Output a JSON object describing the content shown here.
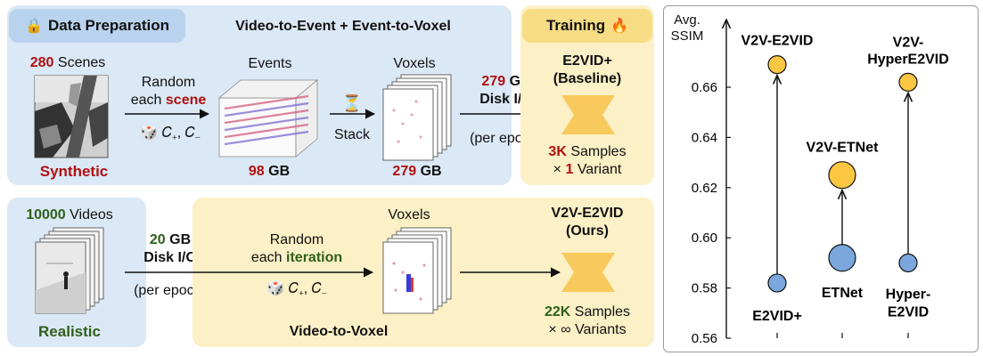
{
  "top": {
    "data_prep_label": "Data Preparation",
    "pipeline_title": "Video-to-Event + Event-to-Voxel",
    "scenes_count": "280",
    "scenes_word": "Scenes",
    "synthetic_label": "Synthetic",
    "random_line1": "Random",
    "random_line2_prefix": "each",
    "random_line2_em": "scene",
    "contrast_label": "𝐶₊, 𝐶₋",
    "events_label": "Events",
    "events_size_num": "98",
    "events_size_unit": "GB",
    "stack_label": "Stack",
    "voxels_label": "Voxels",
    "voxels_size_num": "279",
    "voxels_size_unit": "GB",
    "disk_num": "279",
    "disk_unit": "GB",
    "disk_io": "Disk I/O",
    "per_epoch": "(per epoch)"
  },
  "training": {
    "header": "Training",
    "model_name": "E2VID+",
    "model_tag": "(Baseline)",
    "samples_num": "3K",
    "samples_word": "Samples",
    "variant_prefix": "×",
    "variant_num": "1",
    "variant_word": "Variant"
  },
  "bottom": {
    "videos_count": "10000",
    "videos_word": "Videos",
    "realistic_label": "Realistic",
    "disk_num": "20",
    "disk_unit": "GB",
    "disk_io": "Disk I/O",
    "per_epoch": "(per epoch)",
    "random_line1": "Random",
    "random_line2_prefix": "each",
    "random_line2_em": "iteration",
    "contrast_label": "𝐶₊, 𝐶₋",
    "voxels_label": "Voxels",
    "pipeline_label": "Video-to-Voxel",
    "model_name": "V2V-E2VID",
    "model_tag": "(Ours)",
    "samples_num": "22K",
    "samples_word": "Samples",
    "variant_prefix": "× ∞",
    "variant_word": "Variants"
  },
  "colors": {
    "blue_panel": "#dbe8f5",
    "yellow_panel": "#fbf0c6",
    "model_block": "#f8c95c",
    "red_text": "#b01010",
    "green_text": "#2f5f1a",
    "blue_marker": "#7aa7dc",
    "yellow_marker": "#fbc742"
  },
  "chart_data": {
    "type": "scatter",
    "ylabel_line1": "Avg.",
    "ylabel_line2": "SSIM",
    "ylim": [
      0.56,
      0.68
    ],
    "yticks": [
      "0.56",
      "0.58",
      "0.60",
      "0.62",
      "0.64",
      "0.66"
    ],
    "grid": false,
    "legend": "none",
    "groups": [
      {
        "baseline_name": "E2VID+",
        "baseline_value": 0.582,
        "improved_name": "V2V-E2VID",
        "improved_value": 0.669,
        "baseline_marker": "small"
      },
      {
        "baseline_name": "ETNet",
        "baseline_value": 0.592,
        "improved_name": "V2V-ETNet",
        "improved_value": 0.625,
        "baseline_marker": "large"
      },
      {
        "baseline_name": "Hyper-E2VID",
        "baseline_value": 0.59,
        "improved_name": "V2V-HyperE2VID",
        "improved_value": 0.662,
        "baseline_marker": "small"
      }
    ]
  }
}
